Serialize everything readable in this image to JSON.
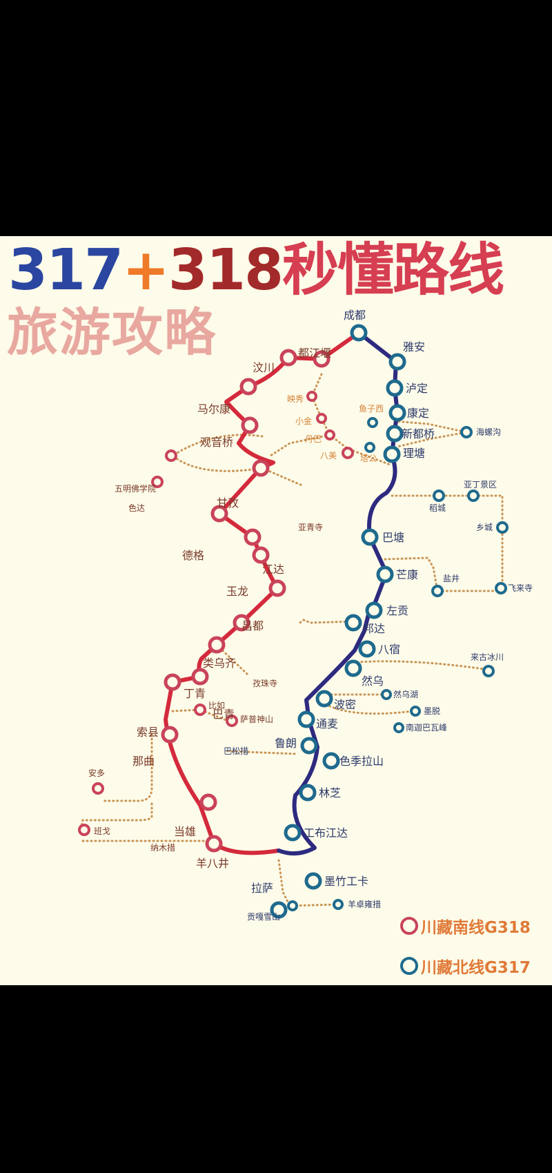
{
  "title": {
    "line1_part1": "317",
    "line1_plus": "+",
    "line1_part2": "318",
    "line1_cn": "秒懂路线",
    "line2": "旅游攻略"
  },
  "colors": {
    "background": "#fdfbe9",
    "south_line": "#d42a3c",
    "south_ring": "#c9435a",
    "north_line": "#2d2a80",
    "north_ring": "#1e6a8e",
    "branch_dots": "#c99455",
    "south_label": "#7a3a2a",
    "south_sub_label": "#d4843a",
    "north_label": "#2d3a6a",
    "legend_text": "#e07a38"
  },
  "legend": {
    "south": "川藏南线G318",
    "north": "川藏北线G317"
  },
  "map": {
    "start": "成都",
    "south_route_g318": [
      "都江堰",
      "汶川",
      "马尔康",
      "观音桥",
      "甘孜",
      "德格",
      "江达",
      "玉龙",
      "昌都",
      "类乌齐",
      "丁青",
      "巴青",
      "索县",
      "那曲",
      "当雄",
      "羊八井",
      "拉萨"
    ],
    "south_side_stops": [
      "映秀",
      "小金",
      "丹巴",
      "八美",
      "五明佛学院",
      "色达",
      "亚青寺",
      "孜珠寺",
      "比如",
      "萨普神山",
      "安多",
      "班戈",
      "纳木措"
    ],
    "north_route_g317": [
      "成都",
      "雅安",
      "泸定",
      "康定",
      "新都桥",
      "理塘",
      "巴塘",
      "芒康",
      "左贡",
      "邦达",
      "八宿",
      "然乌",
      "波密",
      "通麦",
      "鲁朗",
      "色季拉山",
      "林芝",
      "工布江达",
      "墨竹工卡",
      "拉萨"
    ],
    "north_side_stops": [
      "鱼子西",
      "塔公",
      "海螺沟",
      "稻城",
      "亚丁景区",
      "乡城",
      "盐井",
      "飞来寺",
      "来古冰川",
      "然乌湖",
      "墨脱",
      "南迦巴瓦峰",
      "巴松措",
      "贡嘎雪山",
      "羊卓雍措"
    ]
  },
  "labels": {
    "chengdu": "成都",
    "dujiangyan": "都江堰",
    "wenchuan": "汶川",
    "maerkang": "马尔康",
    "guanyinqiao": "观音桥",
    "ganzi": "甘孜",
    "dege": "德格",
    "jiangda": "江达",
    "yulong": "玉龙",
    "changdu": "昌都",
    "leiwuqi": "类乌齐",
    "dingqing": "丁青",
    "baqing": "巴青",
    "suoxian": "索县",
    "naqu": "那曲",
    "dangxiong": "当雄",
    "yangbajing": "羊八井",
    "lasa": "拉萨",
    "yingxiu": "映秀",
    "xiaojin": "小金",
    "danba": "丹巴",
    "bamei": "八美",
    "wuming": "五明佛学院",
    "seda": "色达",
    "yaqing": "亚青寺",
    "zizhu": "孜珠寺",
    "biru": "比如",
    "sapu": "萨普神山",
    "anduo": "安多",
    "bange": "班戈",
    "namucuo": "纳木措",
    "yaan": "雅安",
    "luding": "泸定",
    "kangding": "康定",
    "xinduqiao": "新都桥",
    "litang": "理塘",
    "batang": "巴塘",
    "mangkang": "芒康",
    "zuogong": "左贡",
    "bangda": "邦达",
    "basu": "八宿",
    "ranwu": "然乌",
    "bomi": "波密",
    "tongmai": "通麦",
    "lulang": "鲁朗",
    "sejila": "色季拉山",
    "linzhi": "林芝",
    "gongbu": "工布江达",
    "mozhu": "墨竹工卡",
    "yuzixi": "鱼子西",
    "tagong": "塔公",
    "hailuogou": "海螺沟",
    "daocheng": "稻城",
    "yading": "亚丁景区",
    "xiangcheng": "乡城",
    "yanjing": "盐井",
    "feilaisi": "飞来寺",
    "laigu": "来古冰川",
    "ranwuhu": "然乌湖",
    "motuo": "墨脱",
    "nanjiabawa": "南迦巴瓦峰",
    "basongcuo": "巴松措",
    "gongga": "贡嘎雪山",
    "yangzhuo": "羊卓雍措"
  }
}
